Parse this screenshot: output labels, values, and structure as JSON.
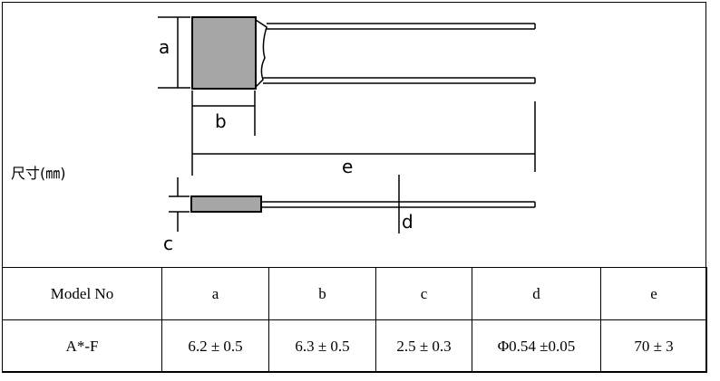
{
  "dimension_label": "尺寸(㎜)",
  "diagram": {
    "labels": {
      "a": "a",
      "b": "b",
      "c": "c",
      "d": "d",
      "e": "e"
    },
    "colors": {
      "body": "#a6a6a6",
      "line": "#000000"
    }
  },
  "table": {
    "headers": [
      "Model No",
      "a",
      "b",
      "c",
      "d",
      "e"
    ],
    "rows": [
      [
        "A*-F",
        "6.2 ± 0.5",
        "6.3 ± 0.5",
        "2.5 ± 0.3",
        "Φ0.54 ±0.05",
        "70 ± 3"
      ]
    ]
  }
}
